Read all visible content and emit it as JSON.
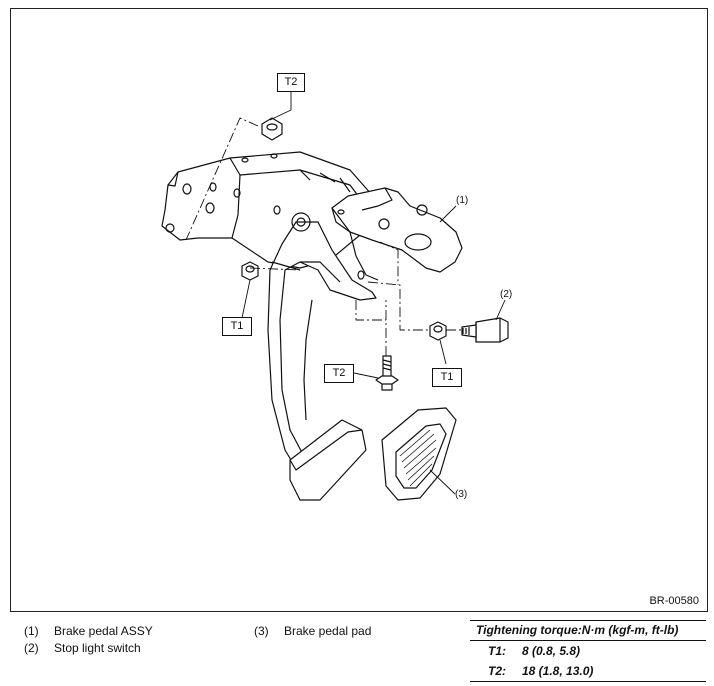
{
  "figure_id": "BR-00580",
  "callouts": {
    "t2_top": "T2",
    "t1_left": "T1",
    "t2_bottom": "T2",
    "t1_right": "T1",
    "n1": "(1)",
    "n2": "(2)",
    "n3": "(3)"
  },
  "legend": {
    "items": [
      {
        "num": "(1)",
        "label": "Brake pedal ASSY"
      },
      {
        "num": "(2)",
        "label": "Stop light switch"
      },
      {
        "num": "(3)",
        "label": "Brake pedal pad"
      }
    ]
  },
  "torque": {
    "title": "Tightening torque:N·m (kgf-m, ft-lb)",
    "rows": [
      {
        "key": "T1:",
        "value": "8 (0.8, 5.8)"
      },
      {
        "key": "T2:",
        "value": "18 (1.8, 13.0)"
      }
    ]
  }
}
